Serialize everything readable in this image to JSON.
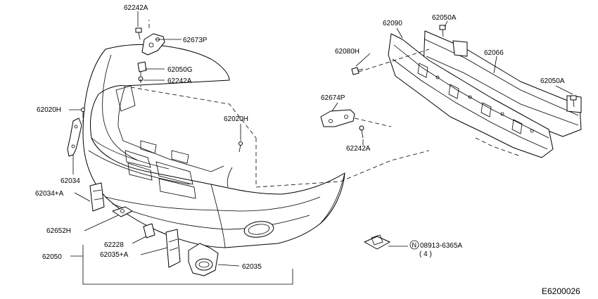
{
  "labels": {
    "p_62242A_top": "62242A",
    "p_62673P": "62673P",
    "p_62050G": "62050G",
    "p_62242A_mid": "62242A",
    "p_62020H_left": "62020H",
    "p_62020H_center": "62020H",
    "p_62034": "62034",
    "p_62034A": "62034+A",
    "p_62652H": "62652H",
    "p_62228": "62228",
    "p_62035A": "62035+A",
    "p_62050": "62050",
    "p_62035": "62035",
    "p_62090": "62090",
    "p_62050A_top": "62050A",
    "p_62080H": "62080H",
    "p_62066": "62066",
    "p_62050A_right": "62050A",
    "p_62674P": "62674P",
    "p_62242A_right": "62242A",
    "p_08913": "08913-6365A",
    "p_08913_qty": "( 4 )",
    "n_circle": "N"
  },
  "diagram_code": "E6200026"
}
